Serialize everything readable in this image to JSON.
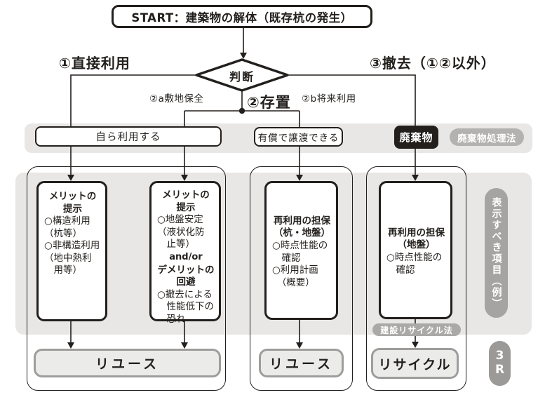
{
  "flow": {
    "start_label": "START：建築物の解体（既存杭の発生）",
    "decision_label": "判断",
    "branches": {
      "direct_use": "①直接利用",
      "preserve": "②存置",
      "preserve_a": "②a敷地保全",
      "preserve_b": "②b将来利用",
      "removal": "③撤去（①②以外）"
    }
  },
  "band": {
    "self_use": "自ら利用する",
    "paid_transfer": "有償で譲渡できる",
    "waste": "廃棄物",
    "waste_law": "廃棄物処理法"
  },
  "columns": {
    "c1": {
      "title": "メリットの\n提示",
      "body": "○構造利用\n（杭等）\n○非構造利用\n（地中熱利\n　用等）"
    },
    "c2": {
      "title": "メリットの\n提示",
      "body1": "○地盤安定\n（液状化防\n　止等）",
      "andor": "and/or",
      "title2": "デメリットの\n回避",
      "body2": "○撤去による\n　性能低下の\n　恐れ"
    },
    "c3": {
      "title": "再利用の担保\n（杭・地盤）",
      "body": "○時点性能の\n　確認\n○利用計画\n　（概要）"
    },
    "c4": {
      "title": "再利用の担保\n（地盤）",
      "body": "○時点性能の\n　確認"
    }
  },
  "recycle_law": "建設リサイクル法",
  "outcomes": {
    "reuse_left": "リユース",
    "reuse_center": "リユース",
    "recycle": "リサイクル"
  },
  "side": {
    "vertical_label": "表示すべき項目（例）",
    "three_r": "3\nR"
  },
  "colors": {
    "line_black": "#221f1c",
    "panel_gray": "#e8e7e5",
    "pill_gray": "#b3b2b0",
    "outcome_fill": "#ebebea",
    "outcome_border": "#9e9d9b"
  }
}
